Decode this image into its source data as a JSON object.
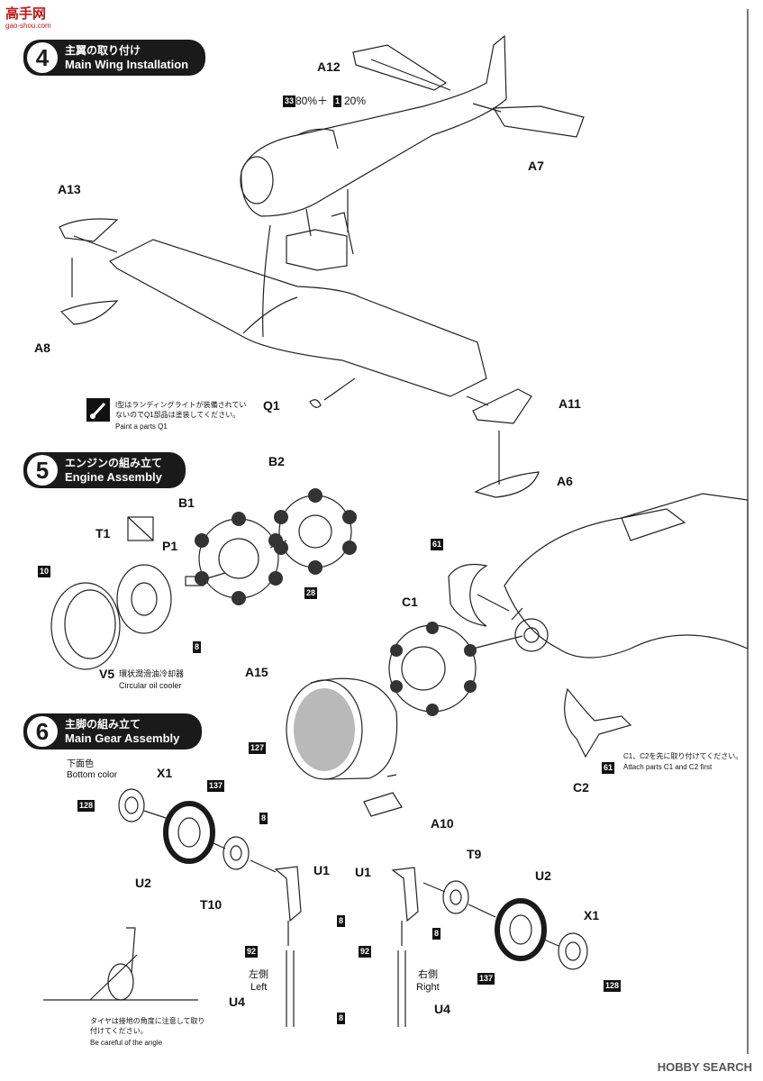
{
  "watermarks": {
    "top_logo": "高手网",
    "top_url": "gao-shou.com",
    "bottom_logo": "HOBBY SEARCH"
  },
  "steps": [
    {
      "num": "4",
      "ja": "主翼の取り付け",
      "en": "Main Wing Installation"
    },
    {
      "num": "5",
      "ja": "エンジンの組み立て",
      "en": "Engine Assembly"
    },
    {
      "num": "6",
      "ja": "主脚の組み立て",
      "en": "Main Gear Assembly"
    }
  ],
  "step4": {
    "labels": {
      "a12": "A12",
      "a7": "A7",
      "a13": "A13",
      "a8": "A8",
      "q1": "Q1",
      "a11": "A11",
      "a6": "A6"
    },
    "paint_mix": {
      "color1_box": "33",
      "color1_pct": "80%＋",
      "color2_box": "1",
      "color2_pct": "20%"
    },
    "note_ja": "I型はランディングライトが装備されていないのでQ1部品は塗装してください。",
    "note_en": "Paint a parts Q1"
  },
  "step5": {
    "labels": {
      "b2": "B2",
      "b1": "B1",
      "t1": "T1",
      "p1": "P1",
      "v5": "V5",
      "c1": "C1",
      "c2": "C2",
      "a15": "A15",
      "a10": "A10"
    },
    "boxes": {
      "b10": "10",
      "b8": "8",
      "b28": "28",
      "b61a": "61",
      "b61b": "61",
      "b127": "127"
    },
    "v5_ja": "環状潤滑油冷却器",
    "v5_en": "Circular oil cooler",
    "c_note_ja": "C1、C2を先に取り付けてください。",
    "c_note_en": "Attach parts C1 and C2 first"
  },
  "step6": {
    "labels": {
      "x1a": "X1",
      "u2a": "U2",
      "t10": "T10",
      "u1a": "U1",
      "u1b": "U1",
      "t9": "T9",
      "u2b": "U2",
      "x1b": "X1",
      "u4a": "U4",
      "u4b": "U4"
    },
    "boxes": {
      "b128a": "128",
      "b137a": "137",
      "b8a": "8",
      "b8b": "8",
      "b8c": "8",
      "b92a": "92",
      "b92b": "92",
      "b137b": "137",
      "b128b": "128",
      "b8d": "8"
    },
    "bottom_color_ja": "下面色",
    "bottom_color_en": "Bottom color",
    "left_ja": "左側",
    "left_en": "Left",
    "right_ja": "右側",
    "right_en": "Right",
    "tire_note_ja": "タイヤは接地の角度に注意して取り付けてください。",
    "tire_note_en": "Be careful of the angle"
  }
}
